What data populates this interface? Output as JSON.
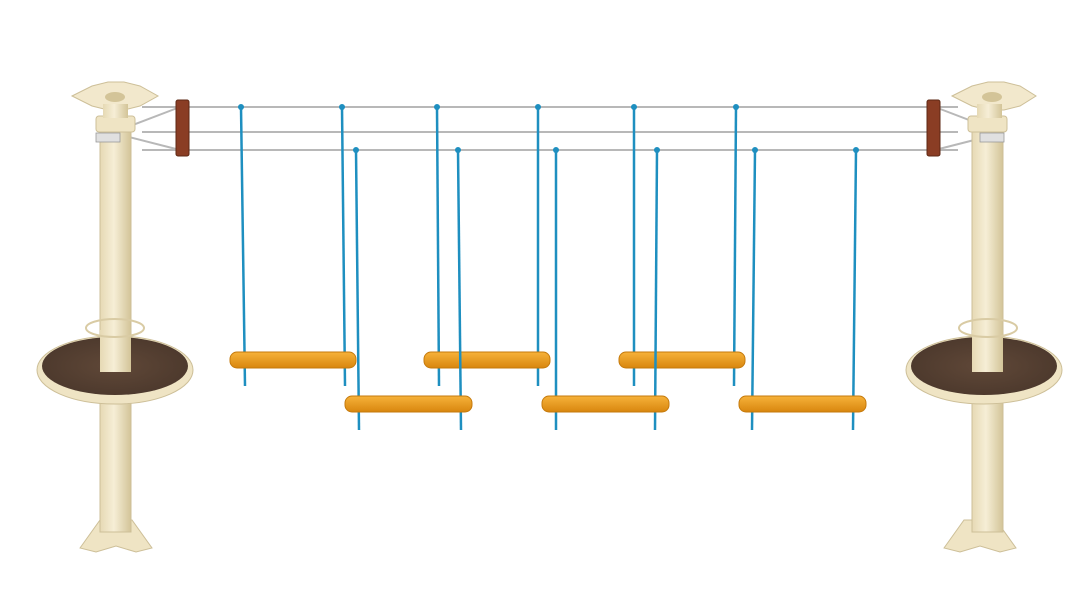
{
  "scene": {
    "subject": "rope-course-swinging-steps",
    "background": "#ffffff"
  },
  "colors": {
    "pole": "#efe4c4",
    "pole_shade": "#d9cba4",
    "platform_top": "#5a4436",
    "platform_rim": "#efe4c4",
    "rope": "#1e8fc0",
    "step": "#f2a020",
    "step_shade": "#d08512",
    "cable": "#b8b8b8",
    "wood_block": "#8a3d24"
  },
  "components": {
    "poles": 2,
    "platforms": 2,
    "swing_steps": 6
  }
}
